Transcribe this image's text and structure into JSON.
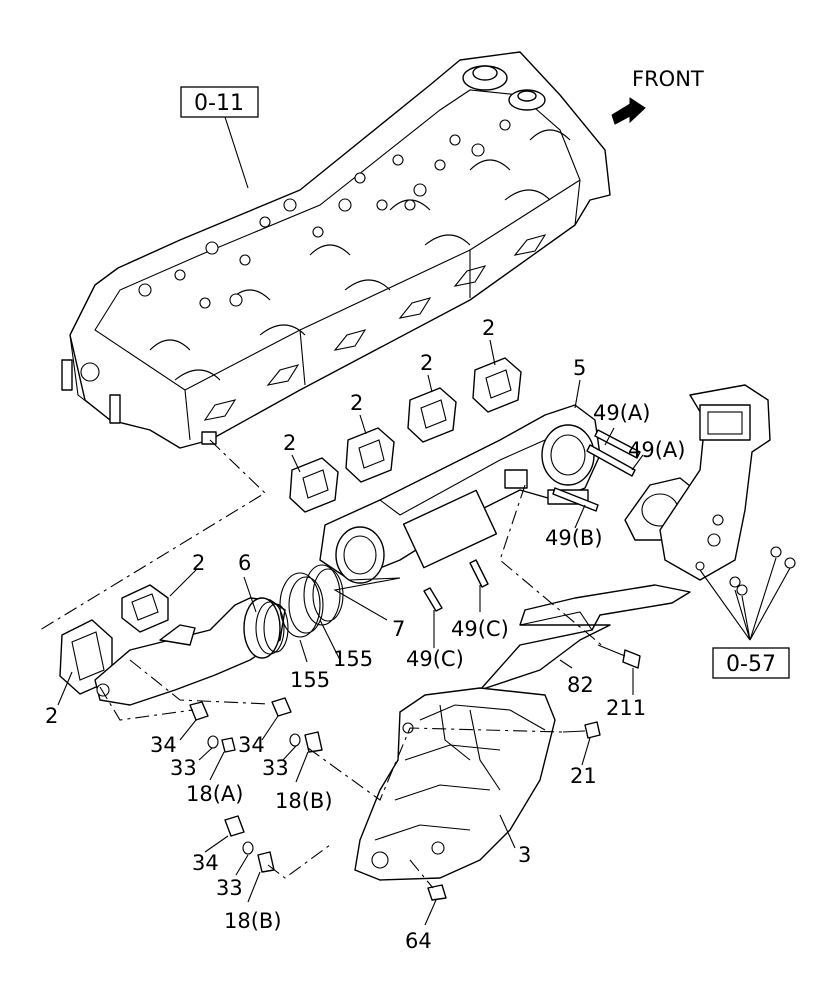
{
  "front_label": "FRONT",
  "refs": {
    "head": "0-11",
    "turbo": "0-57"
  },
  "callouts": {
    "gasket_1": "2",
    "gasket_2": "2",
    "gasket_3": "2",
    "gasket_4": "2",
    "gasket_5": "2",
    "gasket_6": "2",
    "manifold_front": "5",
    "stud_a1": "49(A)",
    "stud_a2": "49(A)",
    "stud_b": "49(B)",
    "stud_c1": "49(C)",
    "stud_c2": "49(C)",
    "pipe": "6",
    "seal_ring": "7",
    "ring_1": "155",
    "ring_2": "155",
    "shield": "82",
    "bolt_211": "211",
    "bolt_21": "21",
    "heat_cover": "3",
    "spacer_1": "34",
    "spacer_2": "34",
    "spacer_3": "34",
    "washer_1": "33",
    "washer_2": "33",
    "washer_3": "33",
    "bolt_18a": "18(A)",
    "bolt_18b1": "18(B)",
    "bolt_18b2": "18(B)",
    "nut_64": "64"
  }
}
